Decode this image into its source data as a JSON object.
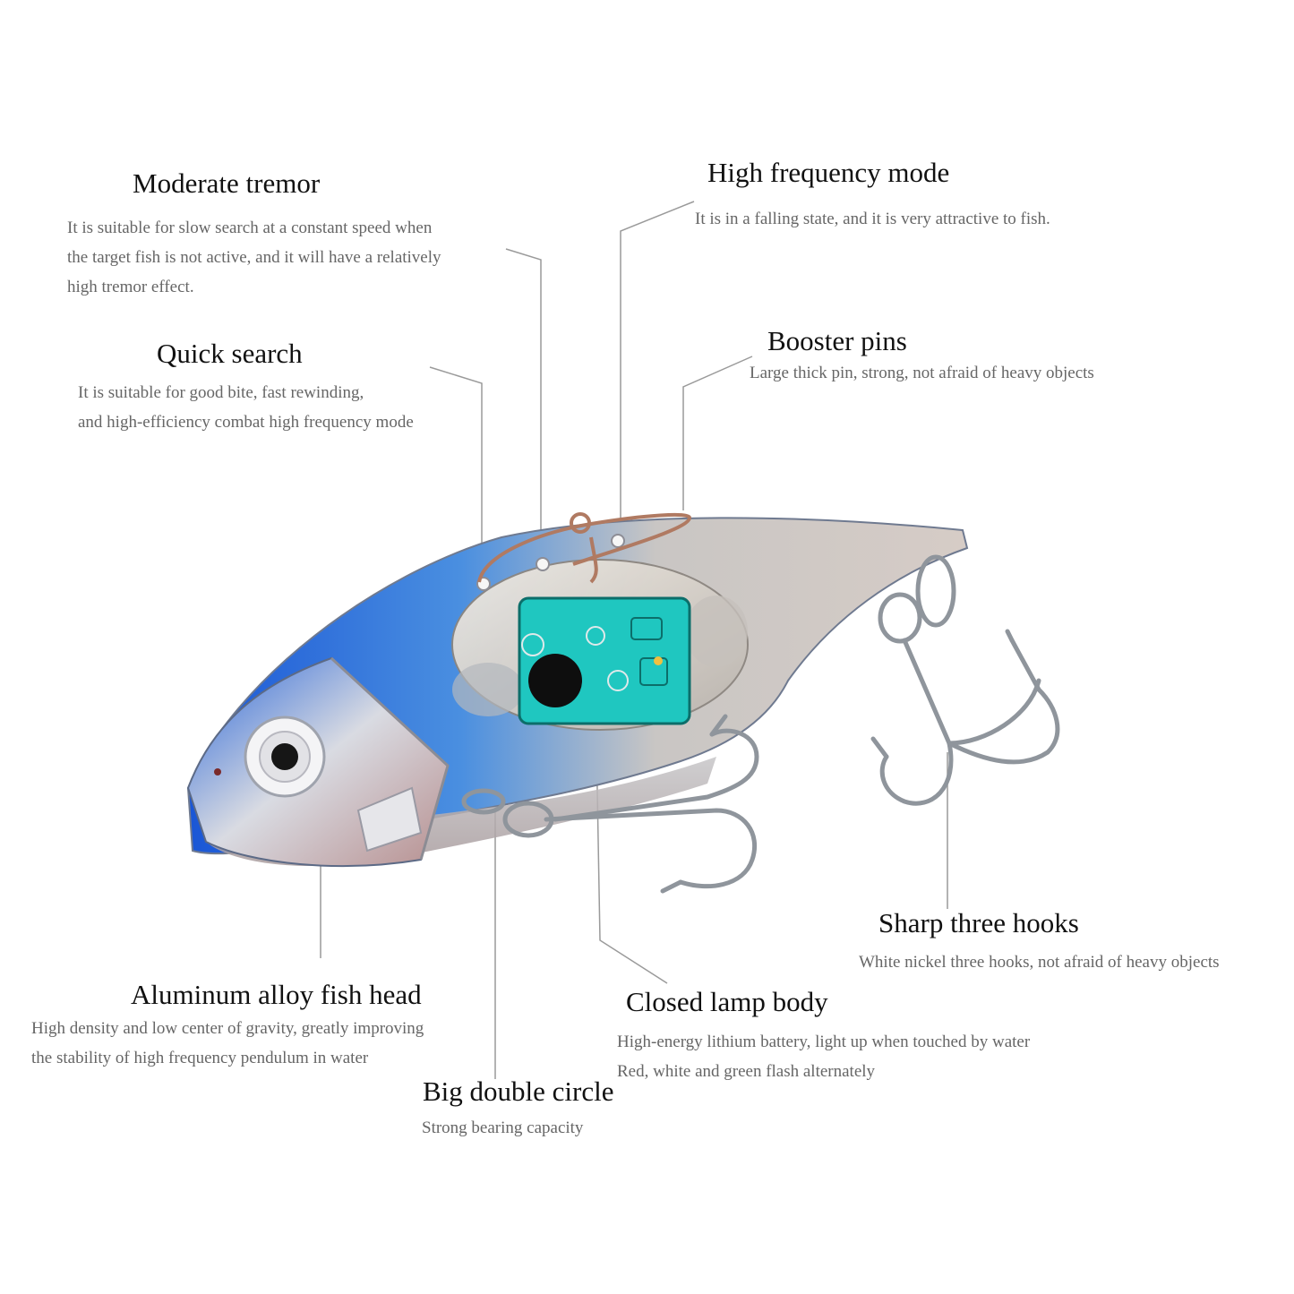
{
  "callouts": {
    "moderate_tremor": {
      "title": "Moderate tremor",
      "lines": [
        "It is suitable for slow search at a constant speed when",
        "the target fish is not active, and it will have a relatively",
        "high tremor effect."
      ]
    },
    "high_frequency_mode": {
      "title": "High frequency mode",
      "lines": [
        "It is in a falling state, and it is very attractive to fish."
      ]
    },
    "quick_search": {
      "title": "Quick search",
      "lines": [
        "It is suitable for good bite, fast rewinding,",
        "and high-efficiency combat high frequency mode"
      ]
    },
    "booster_pins": {
      "title": "Booster pins",
      "lines": [
        "Large thick pin, strong, not afraid of heavy objects"
      ]
    },
    "sharp_three_hooks": {
      "title": "Sharp three hooks",
      "lines": [
        "White nickel three hooks, not afraid of heavy objects"
      ]
    },
    "aluminum_alloy_fish_head": {
      "title": "Aluminum alloy fish head",
      "lines": [
        "High density and low center of gravity, greatly improving",
        "the stability of high frequency pendulum in water"
      ]
    },
    "closed_lamp_body": {
      "title": "Closed lamp body",
      "lines": [
        "High-energy lithium battery, light up when touched by water",
        "Red, white and green flash alternately"
      ]
    },
    "big_double_circle": {
      "title": "Big double circle",
      "lines": [
        "Strong bearing capacity"
      ]
    }
  },
  "colors": {
    "heading": "#111111",
    "description": "#666666",
    "leader_line": "#9a9a9a",
    "lure_blue": "#2f6fd6",
    "lure_silver": "#d8d4d0",
    "circuit_green": "#1fc7c0"
  },
  "icons": {
    "product": "fishing-lure-illustration"
  }
}
